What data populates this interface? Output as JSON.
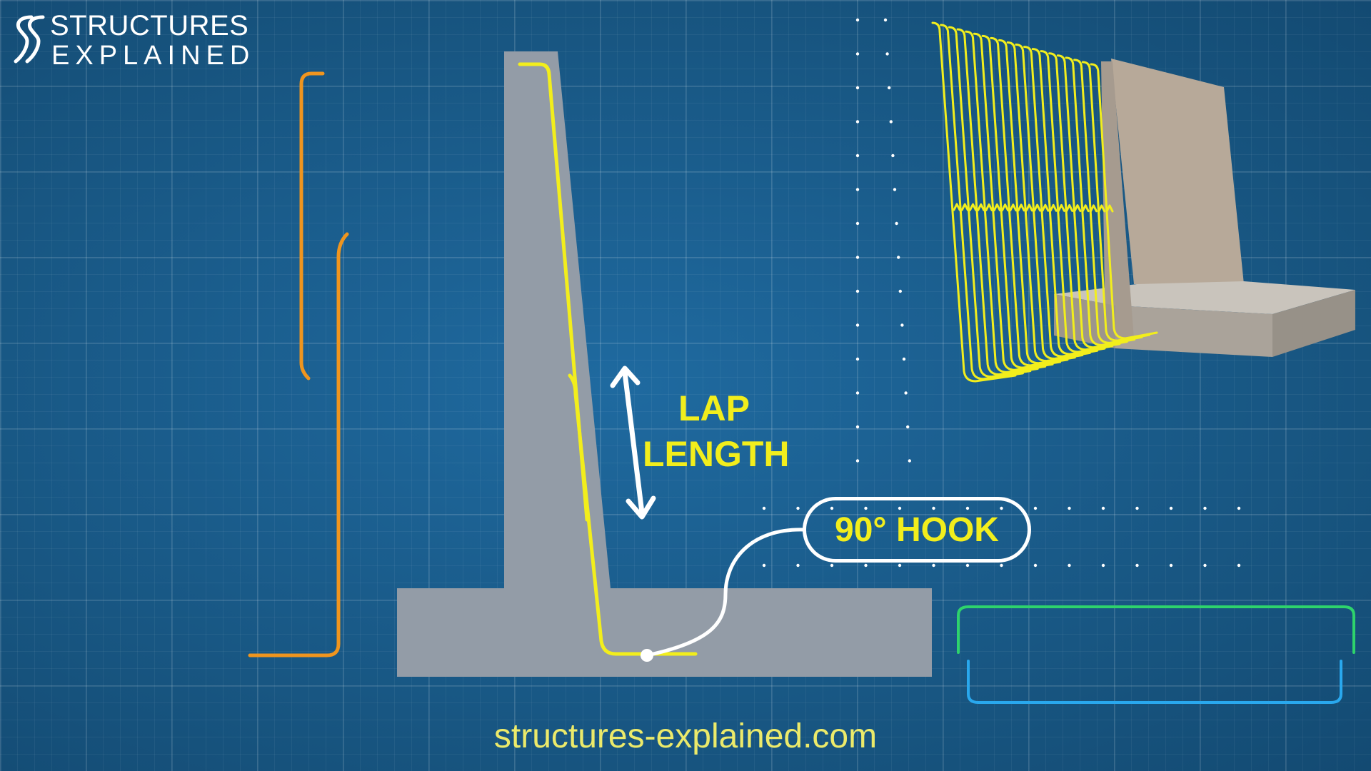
{
  "logo": {
    "line1": "STRUCTURES",
    "line2": "EXPLAINED"
  },
  "labels": {
    "lap_length_line1": "LAP",
    "lap_length_line2": "LENGTH",
    "hook": "90° HOOK"
  },
  "footer": {
    "url": "structures-explained.com"
  },
  "colors": {
    "background": "#1a5a8c",
    "concrete": "#939ca7",
    "rebar_yellow": "#f2ee1c",
    "rebar_orange": "#f0951e",
    "outline_green": "#2ed36c",
    "outline_blue": "#29a8ee",
    "annotation_white": "#ffffff"
  }
}
